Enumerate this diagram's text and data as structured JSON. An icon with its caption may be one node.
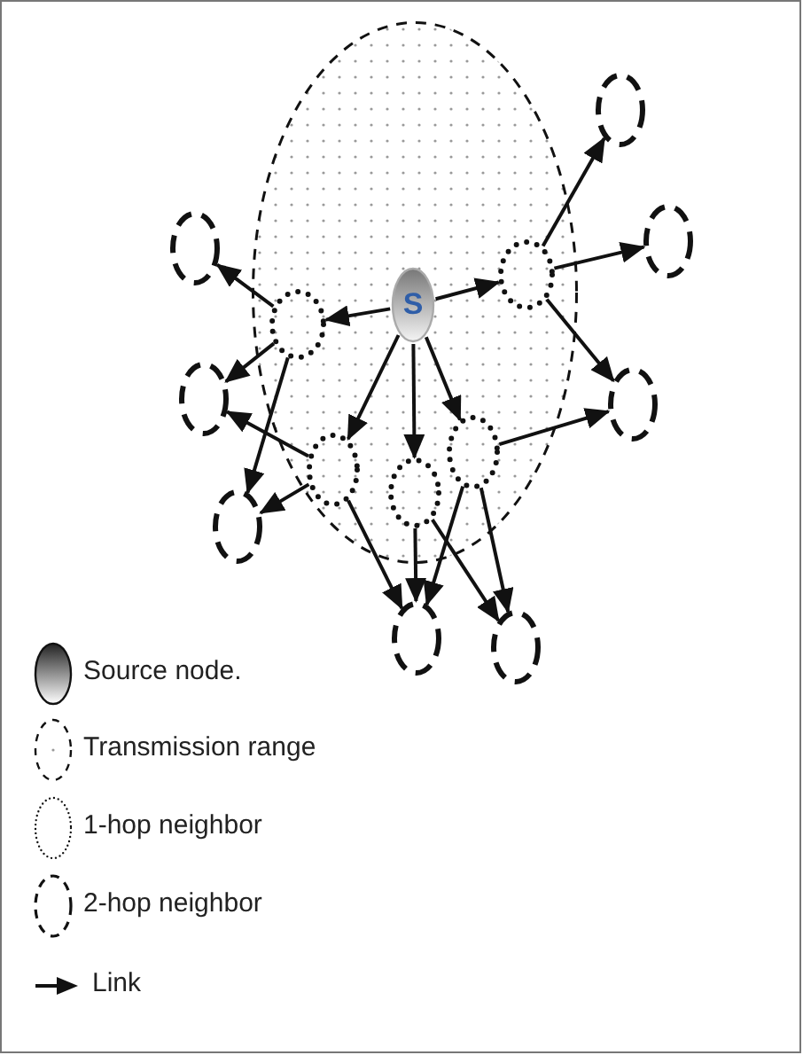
{
  "diagram": {
    "nodes": [
      {
        "text": [],
        "shape": "circle"
      },
      {
        "text": [
          "S"
        ],
        "in": 0
      },
      {
        "text": [],
        "shape": "circle",
        "in": 0
      },
      {
        "text": [],
        "shape": "circle",
        "in": 0
      },
      {
        "text": [],
        "shape": "circle",
        "in": 0
      },
      {
        "text": [],
        "shape": "circle",
        "in": 0
      },
      {
        "text": [],
        "shape": "circle",
        "in": 0
      },
      {
        "text": [],
        "shape": "circle"
      },
      {
        "text": [],
        "shape": "circle"
      },
      {
        "text": [],
        "shape": "circle"
      },
      {
        "text": [],
        "shape": "circle"
      },
      {
        "text": [],
        "shape": "circle"
      },
      {
        "text": [],
        "shape": "circle"
      },
      {
        "text": [],
        "shape": "circle"
      },
      {
        "text": [],
        "shape": "circle"
      }
    ],
    "edges": [
      {
        "from": 1,
        "to": 2,
        "arrow": "to"
      },
      {
        "from": 1,
        "to": 3,
        "arrow": "to"
      },
      {
        "from": 1,
        "to": 4,
        "arrow": "to"
      },
      {
        "from": 1,
        "to": 5,
        "arrow": "to"
      },
      {
        "from": 1,
        "to": 6,
        "arrow": "to"
      },
      {
        "from": 2,
        "to": 9,
        "arrow": "to"
      },
      {
        "from": 2,
        "to": 10,
        "arrow": "to"
      },
      {
        "from": 2,
        "to": 12,
        "arrow": "to"
      },
      {
        "from": 3,
        "to": 7,
        "arrow": "to"
      },
      {
        "from": 3,
        "to": 8,
        "arrow": "to"
      },
      {
        "from": 3,
        "to": 11,
        "arrow": "to"
      },
      {
        "from": 4,
        "to": 10,
        "arrow": "to"
      },
      {
        "from": 4,
        "to": 12,
        "arrow": "to"
      },
      {
        "from": 4,
        "to": 13,
        "arrow": "to"
      },
      {
        "from": 5,
        "to": 13,
        "arrow": "to"
      },
      {
        "from": 5,
        "to": 14,
        "arrow": "to"
      },
      {
        "from": 6,
        "to": 11,
        "arrow": "to"
      },
      {
        "from": 6,
        "to": 13,
        "arrow": "to"
      },
      {
        "from": 6,
        "to": 14,
        "arrow": "to"
      }
    ],
    "legend": [
      {
        "text": "Source node."
      },
      {
        "text": "Transmission range"
      },
      {
        "text": "1-hop neighbor"
      },
      {
        "text": "2-hop neighbor"
      },
      {
        "text": "Link"
      }
    ]
  }
}
